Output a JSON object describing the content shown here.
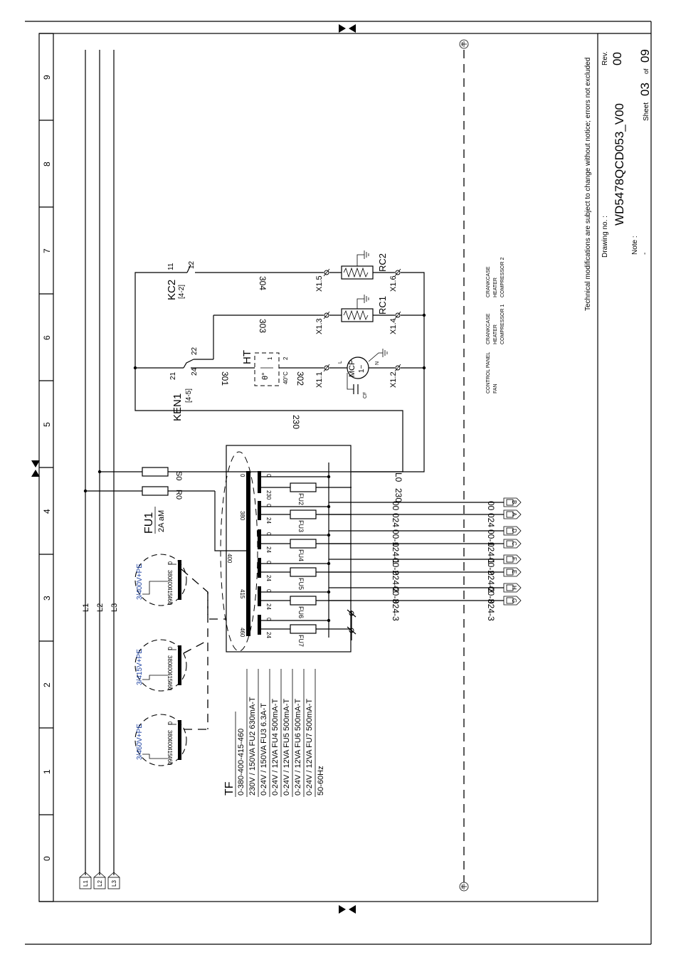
{
  "sheet": {
    "drawing_label": "Drawing no. :",
    "drawing_no": "WD5478QCD053_V00",
    "rev_label": "Rev.",
    "rev": "00",
    "sheet_label": "Sheet",
    "sheet_no": "03",
    "of_label": "of",
    "sheet_total": "09",
    "note_label": "Note :",
    "note_value": "-",
    "disclaimer": "Technical modifications are subject to change without notice; errors not excluded"
  },
  "columns": [
    "0",
    "1",
    "2",
    "3",
    "4",
    "5",
    "6",
    "7",
    "8",
    "9"
  ],
  "phases": {
    "lines": [
      "L1",
      "L2",
      "L3"
    ],
    "terminals": [
      "L1",
      "L2",
      "L3"
    ]
  },
  "fu1": {
    "name": "FU1",
    "rating": "2A aM",
    "r_label": "R0",
    "s_label": "S0"
  },
  "transformer": {
    "name": "TF",
    "primary_taps": [
      "0",
      "380",
      "400",
      "415",
      "460"
    ],
    "secondary_taps": [
      "0",
      "230",
      "0",
      "24",
      "0",
      "24",
      "0",
      "24",
      "0",
      "24",
      "0",
      "24",
      "0",
      "24"
    ],
    "spec_rows": [
      "0-380-400-415-460",
      "230V / 150VA   FU2 630mA-T",
      "0-24V / 150VA   FU3 6.3A-T",
      "0-24V / 12VA   FU4 500mA-T",
      "0-24V / 12VA   FU5 500mA-T",
      "0-24V / 12VA   FU6 500mA-T",
      "0-24V / 12VA   FU7 500mA-T",
      "50-60Hz"
    ]
  },
  "fuses": [
    "FU2",
    "FU3",
    "FU4",
    "FU5",
    "FU6",
    "FU7"
  ],
  "wires": {
    "near_fuse": [
      "L0",
      "230",
      "00",
      "024",
      "00-1",
      "024-1",
      "00-2",
      "024-2",
      "00-3",
      "024-3"
    ],
    "right": [
      "00",
      "024",
      "00-1",
      "024-1",
      "00-2",
      "024-2",
      "00-3",
      "024-3"
    ],
    "ctrl": [
      "230",
      "301",
      "302",
      "303",
      "304"
    ]
  },
  "outputs": [
    "B",
    "A",
    "D",
    "C",
    "F",
    "E",
    "H",
    "G"
  ],
  "insets": [
    {
      "title": "3/400V+PE",
      "taps": [
        "0",
        "380",
        "400",
        "415",
        "460"
      ],
      "selected": "400"
    },
    {
      "title": "3/415V+PE",
      "taps": [
        "0",
        "380",
        "400",
        "415",
        "460"
      ],
      "selected": "415"
    },
    {
      "title": "3/460V+PE",
      "taps": [
        "0",
        "380",
        "400",
        "415",
        "460"
      ],
      "selected": "460"
    }
  ],
  "devices": {
    "ken1": {
      "name": "KEN1",
      "ref": "[4-5]",
      "pins": [
        "21",
        "22",
        "24"
      ]
    },
    "kc2": {
      "name": "KC2",
      "ref": "[4-2]",
      "pins": [
        "11",
        "12"
      ]
    },
    "ht": {
      "name": "HT",
      "symbol": "θ°",
      "setting": "40°C",
      "pins": [
        "1",
        "2"
      ]
    },
    "mcp": {
      "name": "MCP",
      "phase": "1~",
      "cap": "CF",
      "pins": [
        "L",
        "N"
      ]
    },
    "rc1": {
      "name": "RC1"
    },
    "rc2": {
      "name": "RC2"
    },
    "terminals": [
      "X1.1",
      "X1.2",
      "X1.3",
      "X1.4",
      "X1.5",
      "X1.6"
    ],
    "captions": [
      [
        "CONTROL PANEL",
        "FAN"
      ],
      [
        "CRANKCASE",
        "HEATER",
        "COMPRESSOR 1"
      ],
      [
        "CRANKCASE",
        "HEATER",
        "COMPRESSOR 2"
      ]
    ]
  }
}
